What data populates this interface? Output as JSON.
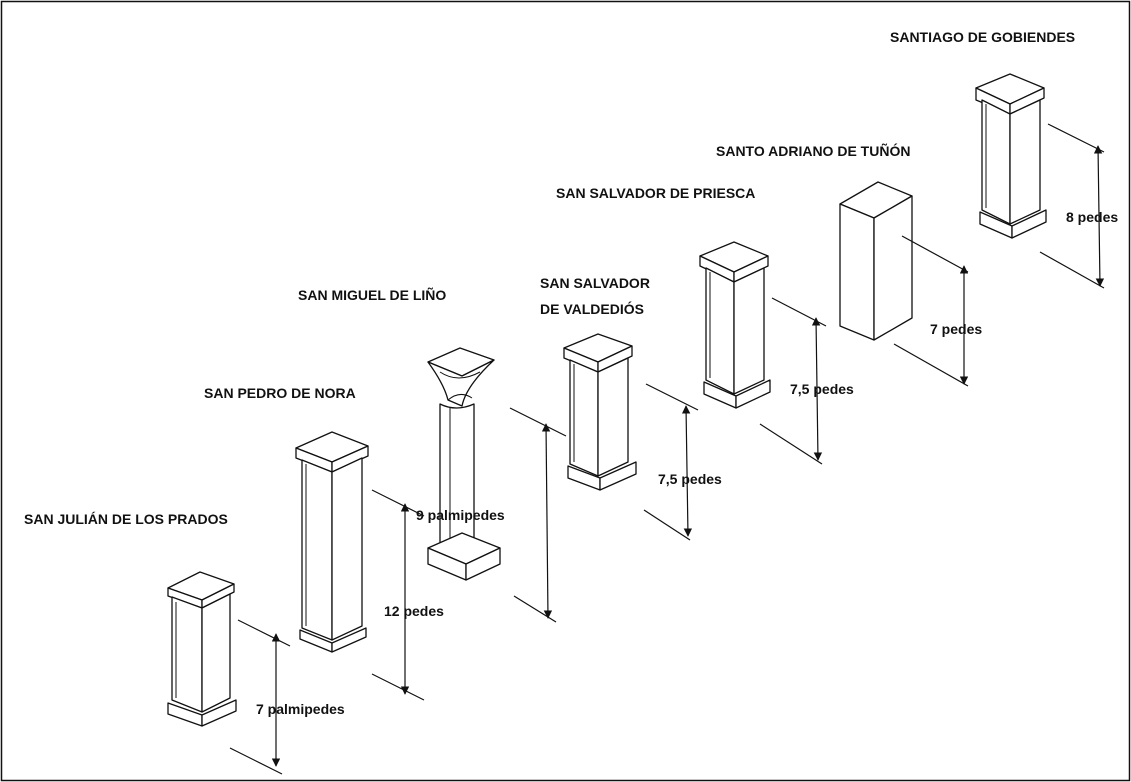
{
  "columns": [
    {
      "name": "SAN JULIÁN DE LOS PRADOS",
      "measure": "7 palmipedes"
    },
    {
      "name": "SAN PEDRO DE NORA",
      "measure": "12 pedes"
    },
    {
      "name": "SAN MIGUEL DE LIÑO",
      "measure": "9 palmipedes"
    },
    {
      "name_line1": "SAN SALVADOR",
      "name_line2": "DE VALDEDIÓS",
      "measure": "7,5 pedes"
    },
    {
      "name": "SAN SALVADOR DE PRIESCA",
      "measure": "7,5 pedes"
    },
    {
      "name": "SANTO ADRIANO DE TUÑÓN",
      "measure": "7 pedes"
    },
    {
      "name": "SANTIAGO DE GOBIENDES",
      "measure": "8 pedes"
    }
  ]
}
